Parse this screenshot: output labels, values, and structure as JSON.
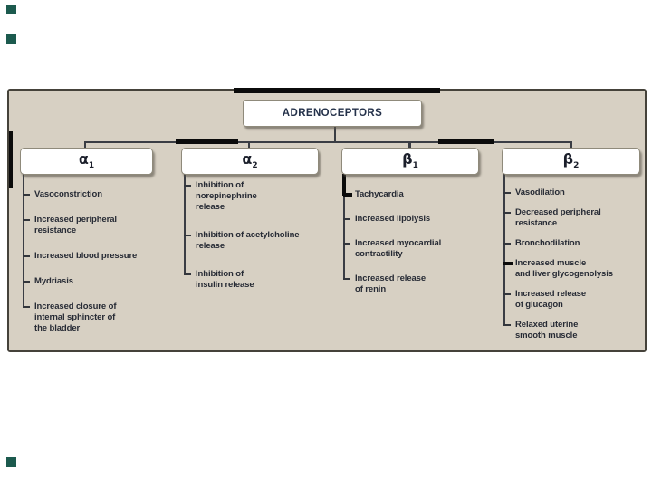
{
  "colors": {
    "panel_bg": "#d7d0c3",
    "panel_border": "#45423a",
    "box_bg": "#ffffff",
    "box_border": "#8f8a7b",
    "title_text": "#24314a",
    "symbol_text": "#1b1f2b",
    "effect_text": "#272b35",
    "connector_line": "#3a3d44",
    "accent_bar": "#0b0b0b",
    "slide_square": "#1c5a4e"
  },
  "diagram": {
    "title": "ADRENOCEPTORS",
    "receptors": [
      {
        "name": "alpha-1",
        "symbol": "α",
        "subscript": "1",
        "effects": [
          "Vasoconstriction",
          "Increased peripheral\nresistance",
          "Increased blood pressure",
          "Mydriasis",
          "Increased closure of\ninternal sphincter of\nthe bladder"
        ]
      },
      {
        "name": "alpha-2",
        "symbol": "α",
        "subscript": "2",
        "effects": [
          "Inhibition of\nnorepinephrine\nrelease",
          "Inhibition of acetylcholine\nrelease",
          "Inhibition of\ninsulin release"
        ]
      },
      {
        "name": "beta-1",
        "symbol": "β",
        "subscript": "1",
        "effects": [
          "Tachycardia",
          "Increased lipolysis",
          "Increased myocardial\ncontractility",
          "Increased release\nof renin"
        ]
      },
      {
        "name": "beta-2",
        "symbol": "β",
        "subscript": "2",
        "effects": [
          "Vasodilation",
          "Decreased peripheral\nresistance",
          "Bronchodilation",
          "Increased muscle\nand liver glycogenolysis",
          "Increased release\nof glucagon",
          "Relaxed uterine\nsmooth muscle"
        ]
      }
    ]
  }
}
